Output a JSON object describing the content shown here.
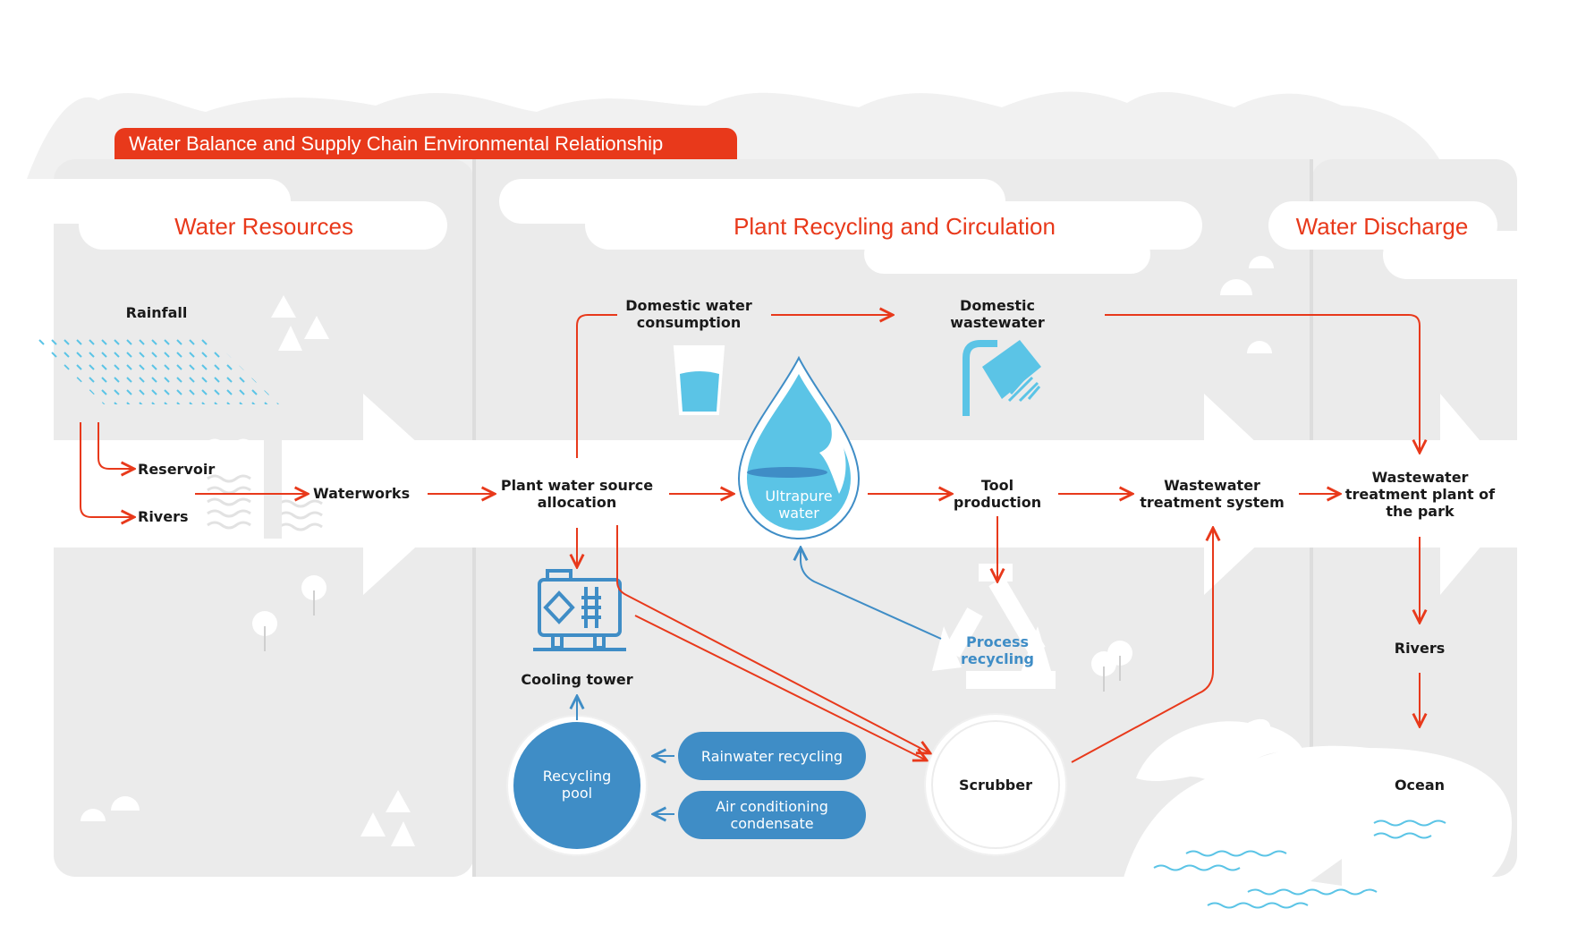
{
  "title": "Water Balance and Supply Chain Environmental Relationship",
  "sections": {
    "resources": "Water Resources",
    "recycling": "Plant Recycling and Circulation",
    "discharge": "Water Discharge"
  },
  "nodes": {
    "rainfall": "Rainfall",
    "reservoir": "Reservoir",
    "rivers_in": "Rivers",
    "waterworks": "Waterworks",
    "allocation": "Plant water source\nallocation",
    "domestic_consumption": "Domestic water\nconsumption",
    "domestic_wastewater": "Domestic\nwastewater",
    "ultrapure": "Ultrapure\nwater",
    "tool_production": "Tool\nproduction",
    "wastewater_system": "Wastewater\ntreatment system",
    "park_plant": "Wastewater\ntreatment plant of\nthe park",
    "process_recycling": "Process\nrecycling",
    "cooling_tower": "Cooling tower",
    "recycling_pool": "Recycling\npool",
    "rainwater_recycling": "Rainwater recycling",
    "ac_condensate": "Air conditioning\ncondensate",
    "scrubber": "Scrubber",
    "rivers_out": "Rivers",
    "ocean": "Ocean"
  },
  "colors": {
    "accent": "#e8391b",
    "blue": "#3f8dc6",
    "light_blue": "#5bc4e6",
    "panel": "#ebebeb",
    "band": "#ffffff"
  }
}
